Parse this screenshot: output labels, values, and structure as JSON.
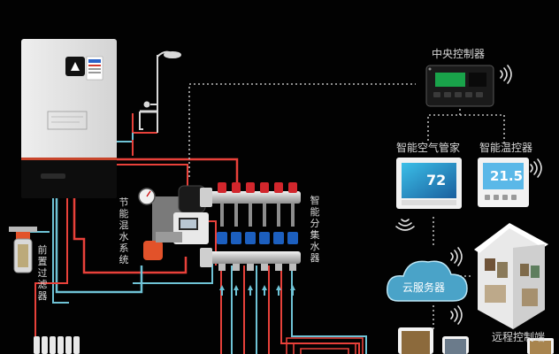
{
  "labels": {
    "central_controller": "中央控制器",
    "smart_air_manager": "智能空气管家",
    "smart_thermostat": "智能温控器",
    "cloud_server": "云服务器",
    "remote_control": "远程控制端",
    "energy_saving_pump": "节能混水系统",
    "smart_manifold": "智能分集水器",
    "pre_filter": "前置过滤器"
  },
  "displays": {
    "air_manager_temp": "72",
    "thermostat_temp": "21.5"
  },
  "colors": {
    "background": "#020202",
    "hot_pipe": "#e8413a",
    "cold_pipe": "#6fc3d6",
    "pump_orange": "#e2522a",
    "valve_red": "#d2262c",
    "valve_blue": "#1c5fbf",
    "dotted_line": "#bbbbbb",
    "wifi": "#e0e0e0"
  },
  "icons": [
    "wifi-icon",
    "shower-icon",
    "cloud-icon",
    "house-icon",
    "radiator-icon",
    "phone-icon"
  ]
}
